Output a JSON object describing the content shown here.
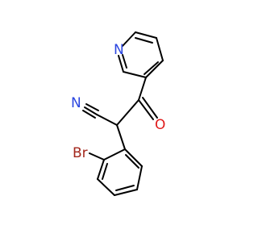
{
  "molecule": {
    "atoms": [
      {
        "label": "N",
        "color": "#2b46e0"
      },
      {
        "label": "N",
        "color": "#2b46e0"
      },
      {
        "label": "O",
        "color": "#e01b1b"
      },
      {
        "label": "Br",
        "color": "#a3271c"
      }
    ]
  }
}
